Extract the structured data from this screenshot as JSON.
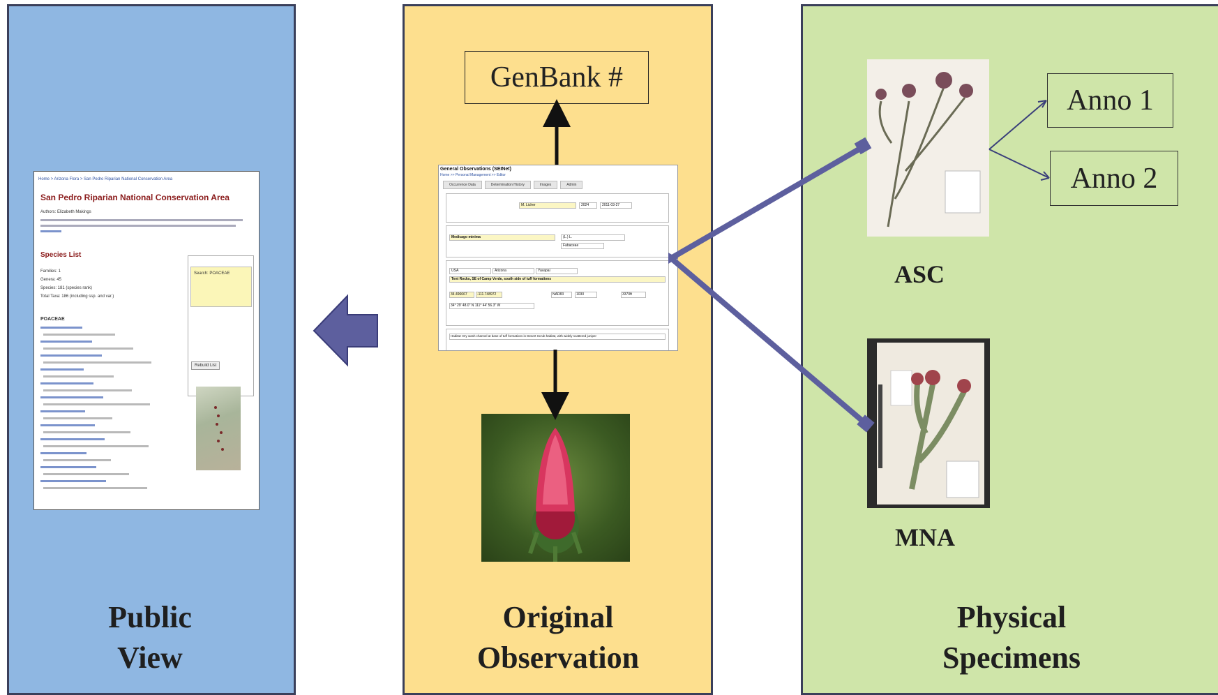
{
  "panels": {
    "public_view": {
      "title_line1": "Public",
      "title_line2": "View"
    },
    "original_observation": {
      "title_line1": "Original",
      "title_line2": "Observation"
    },
    "physical_specimens": {
      "title_line1": "Physical",
      "title_line2": "Specimens"
    }
  },
  "labels": {
    "genbank": "GenBank #",
    "anno1": "Anno 1",
    "anno2": "Anno 2",
    "asc": "ASC",
    "mna": "MNA"
  },
  "public_screenshot": {
    "breadcrumb": "Home > Arizona Flora > San Pedro Riparian National Conservation Area",
    "title": "San Pedro Riparian National Conservation Area",
    "authors": "Authors: Elizabeth Makings",
    "species_list": "Species List",
    "families": "Families: 1",
    "genera": "Genera: 45",
    "species": "Species: 181 (species rank)",
    "total_taxa": "Total Taxa: 186 (including ssp. and var.)",
    "family": "POACEAE",
    "search": "Search: POACEAE",
    "rebuild": "Rebuild List"
  },
  "form_screenshot": {
    "title": "General Observations (SEINet)",
    "breadcrumb": "Home >> Personal Management >> Editor",
    "tabs": [
      "Occurrence Data",
      "Determination History",
      "Images",
      "Admin"
    ],
    "collector": "M. Licher",
    "number": "2024",
    "date": "2011-03-27",
    "sciname": "Medicago minima",
    "author": "(L.) L.",
    "family": "Fabaceae",
    "country": "USA",
    "state": "Arizona",
    "county": "Yavapai",
    "locality": "Tent Rocks, SE of Camp Verde, south side of tuff formations",
    "lat": "34.496667",
    "lng": "-111.748972",
    "datum": "NAD83",
    "elevation": "1030",
    "verbatim_elev": "3370ft",
    "verbatim_coords": "34° 29' 48.0\" N 111° 44' 56.3\" W",
    "habitat": "Habitat: Dry wash channel at base of tuff formations in Desert Scrub habitat, with widely scattered juniper"
  },
  "colors": {
    "public_bg": "#8fb7e2",
    "obs_bg": "#fddf8e",
    "phys_bg": "#cfe5a9",
    "arrow": "#5d5f9e",
    "border": "#3a3f5a"
  }
}
